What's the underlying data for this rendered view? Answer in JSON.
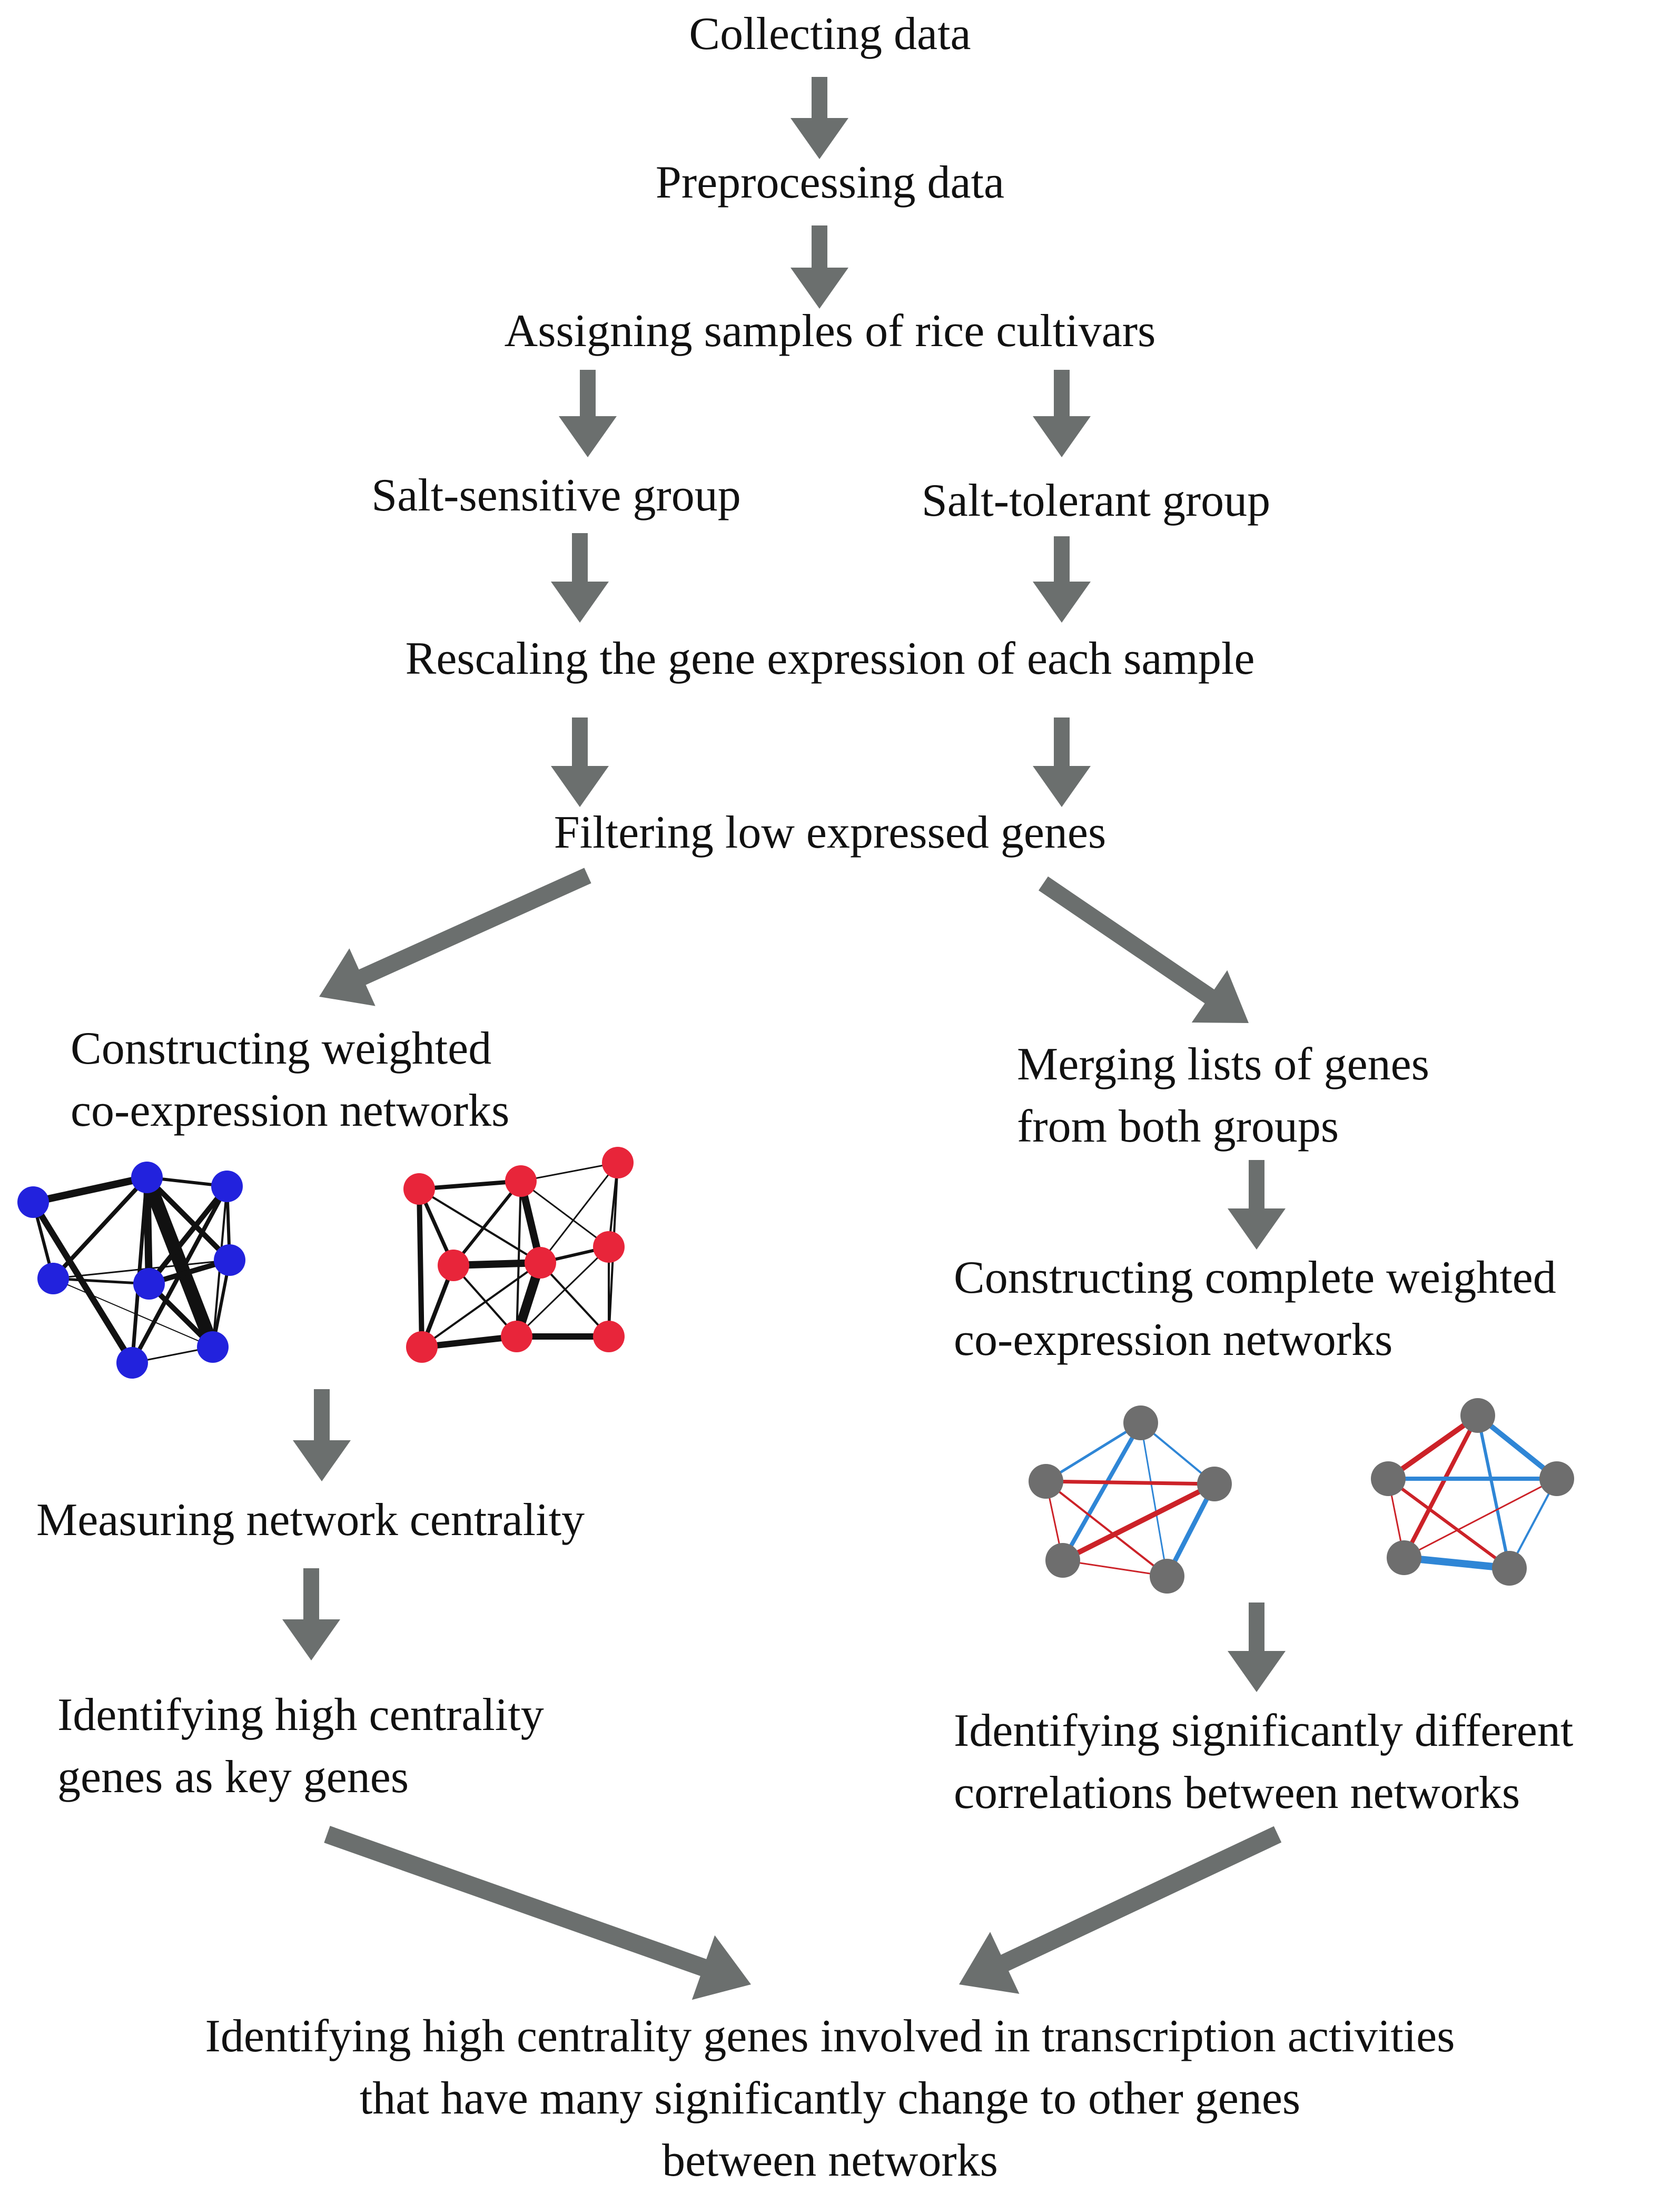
{
  "steps": {
    "collecting": "Collecting data",
    "preprocessing": "Preprocessing data",
    "assigning": "Assigning samples of rice cultivars",
    "salt_sensitive": "Salt-sensitive group",
    "salt_tolerant": "Salt-tolerant group",
    "rescaling": "Rescaling the gene expression of each sample",
    "filtering": "Filtering low expressed genes",
    "constructing_weighted": [
      "Constructing weighted",
      "co-expression networks"
    ],
    "merging": [
      "Merging lists of genes",
      "from both groups"
    ],
    "constructing_complete": [
      "Constructing complete weighted",
      "co-expression networks"
    ],
    "measuring": "Measuring network centrality",
    "identifying_key": [
      "Identifying high centrality",
      "genes as key genes"
    ],
    "identifying_diff": [
      "Identifying significantly different",
      "correlations between networks"
    ],
    "final": [
      "Identifying high centrality genes involved in transcription activities",
      "that have many significantly change to other genes",
      "between networks"
    ]
  },
  "colors": {
    "arrow": "#6b6f6e",
    "sensitive_node": "#2222dd",
    "tolerant_node": "#e8253a",
    "edge_dark": "#111111",
    "complete_node": "#6e6e6e",
    "edge_red": "#cc2228",
    "edge_blue": "#2f86d6"
  }
}
